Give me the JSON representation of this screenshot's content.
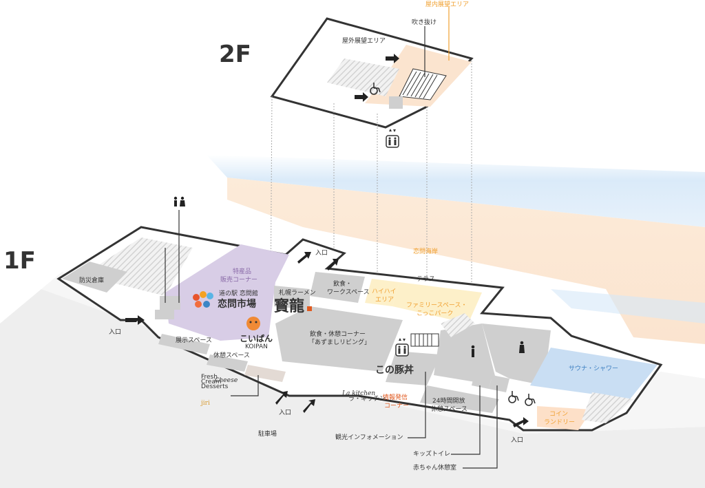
{
  "floors": {
    "f2": "2F",
    "f1": "1F"
  },
  "floor2": {
    "observation_outdoor": "屋外展望エリア",
    "observation_indoor": "屋内展望エリア",
    "atrium": "吹き抜け"
  },
  "floor1": {
    "beach": "恋問海岸",
    "disaster_storage": "防災倉庫",
    "products_corner": [
      "特産品",
      "販売コーナー"
    ],
    "entrance": "入口",
    "dining_work": [
      "飲食・",
      "ワークスペース"
    ],
    "terrace": "テラス",
    "crawl_area": [
      "ハイハイ",
      "エリア"
    ],
    "family_space": [
      "ファミリースペース・",
      "こっこパーク"
    ],
    "dining_lounge": [
      "飲食・休憩コーナー",
      "「あずましリビング」"
    ],
    "exhibit_space": "展示スペース",
    "rest_space": "休憩スペース",
    "info_corner": [
      "情報発信",
      "コーナー"
    ],
    "open24_space": [
      "24時間開放",
      "休憩スペース"
    ],
    "sauna_shower": "サウナ・シャワー",
    "coin_laundry": [
      "コイン",
      "ランドリー"
    ],
    "parking": "駐車場",
    "tourist_info": "観光インフォメーション",
    "kids_toilet": "キッズトイレ",
    "baby_room": "赤ちゃん休憩室"
  },
  "shops": {
    "koitoi_market": "恋問市場",
    "koitoi_market_small": "道の駅 恋問館",
    "houryu": "寳龍",
    "houryu_small": "札幌ラーメン",
    "koipan": "こいぱん",
    "koipan_small": "KOIPAN",
    "jiri": "jiri",
    "jiri_tag1": "Fresh",
    "jiri_tag2": "Cheese",
    "jiri_tag3": "Cream",
    "jiri_tag4": "Desserts",
    "lakitchen": "La kitchen",
    "lakitchen_small": "ラ・キッチン",
    "kono": "この豚丼"
  },
  "colors": {
    "sea": "#d6e8f8",
    "sand": "#fbe4cf",
    "gray_block": "#cfcfcf",
    "purple": "#d8cde6",
    "yellow": "#fdf0c9",
    "blue_sauna": "#c9def3",
    "orange_laundry": "#fde0c8",
    "orange_text": "#f0a030",
    "red_text": "#e05a20",
    "purple_text": "#8a6aa8",
    "blue_text": "#3d7fc1"
  },
  "icons": [
    "toilet-icon",
    "wheelchair-icon",
    "elevator-icon",
    "entrance-arrow-icon",
    "male-icon",
    "female-icon"
  ]
}
